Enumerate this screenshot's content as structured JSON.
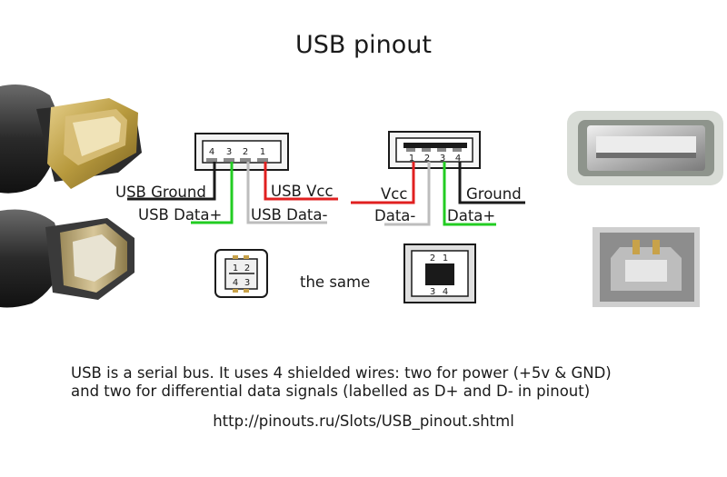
{
  "title": "USB pinout",
  "type_a": {
    "pin_numbers": [
      "4",
      "3",
      "2",
      "1"
    ],
    "labels": {
      "ground": "USB Ground",
      "data_plus": "USB Data+",
      "vcc": "USB Vcc",
      "data_minus": "USB Data-"
    }
  },
  "type_a_front": {
    "pin_numbers": [
      "1",
      "2",
      "3",
      "4"
    ],
    "labels": {
      "vcc": "Vcc",
      "ground": "Ground",
      "data_minus": "Data-",
      "data_plus": "Data+"
    }
  },
  "type_b_left": {
    "pin_numbers": [
      "1",
      "2",
      "4",
      "3"
    ]
  },
  "type_b_right": {
    "pin_numbers": [
      "2",
      "1",
      "3",
      "4"
    ]
  },
  "the_same": "the same",
  "description": [
    "USB is a serial bus. It uses 4 shielded wires: two for power (+5v & GND)",
    "and two for differential data signals (labelled as D+ and D- in pinout)"
  ],
  "url": "http://pinouts.ru/Slots/USB_pinout.shtml",
  "colors": {
    "vcc": "#e02020",
    "ground": "#1a1a1a",
    "data_plus": "#22cc22",
    "data_minus": "#bdbdbd"
  }
}
